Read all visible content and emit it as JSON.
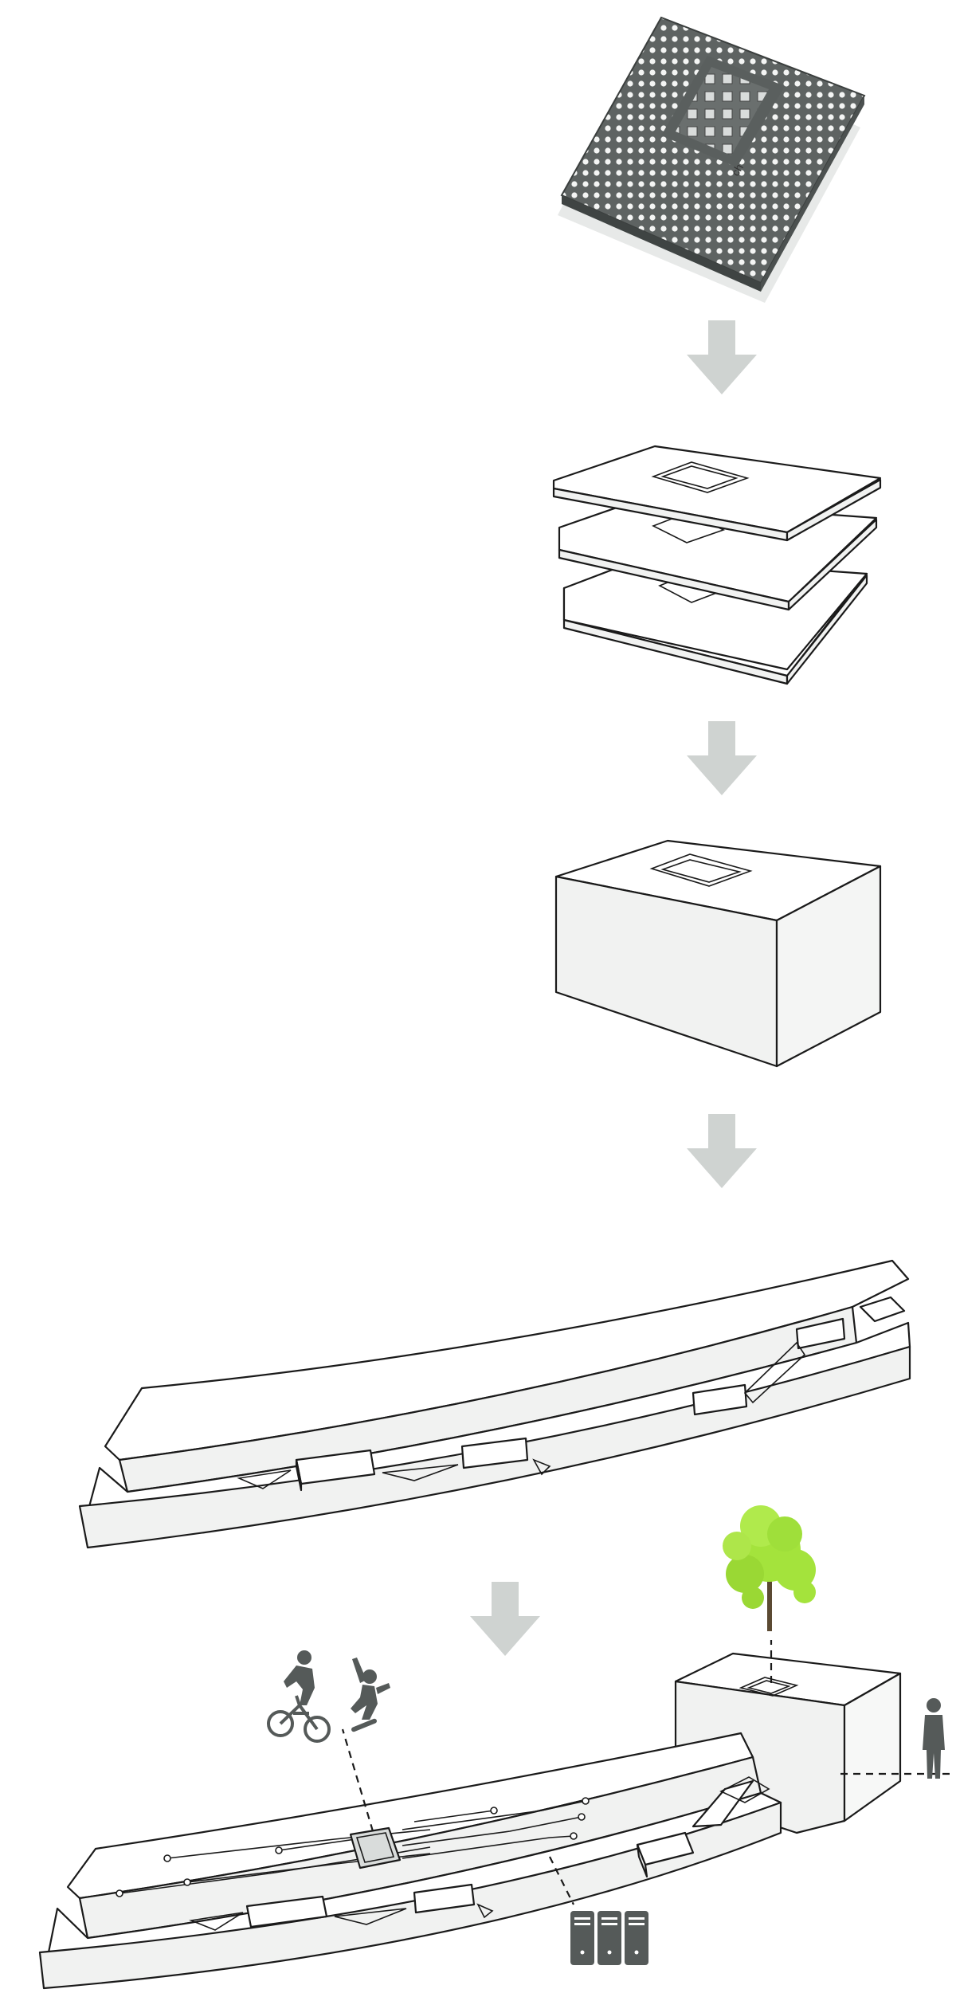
{
  "diagram": {
    "steps": [
      {
        "id": "cpu-chip",
        "label": "",
        "icon": "cpu-chip"
      },
      {
        "id": "stacked-layers",
        "label": "",
        "icon": "stacked-plates"
      },
      {
        "id": "solid-block",
        "label": "",
        "icon": "extruded-box"
      },
      {
        "id": "curved-platform",
        "label": "",
        "icon": "curved-slab"
      },
      {
        "id": "final-assembly",
        "label": "",
        "icon": "platform-with-tower"
      }
    ],
    "chip_marking": "ch",
    "connectors": [
      "arrow-down",
      "arrow-down",
      "arrow-down",
      "arrow-down"
    ],
    "colors": {
      "arrow": "#cfd3d1",
      "chip_dark": "#5e6362",
      "tree": "#a4e33c",
      "silhouette": "#555a59",
      "face_side": "#f1f2f1"
    },
    "figures": [
      "bmx-rider",
      "skateboarder",
      "standing-person",
      "server-racks",
      "tree"
    ]
  }
}
